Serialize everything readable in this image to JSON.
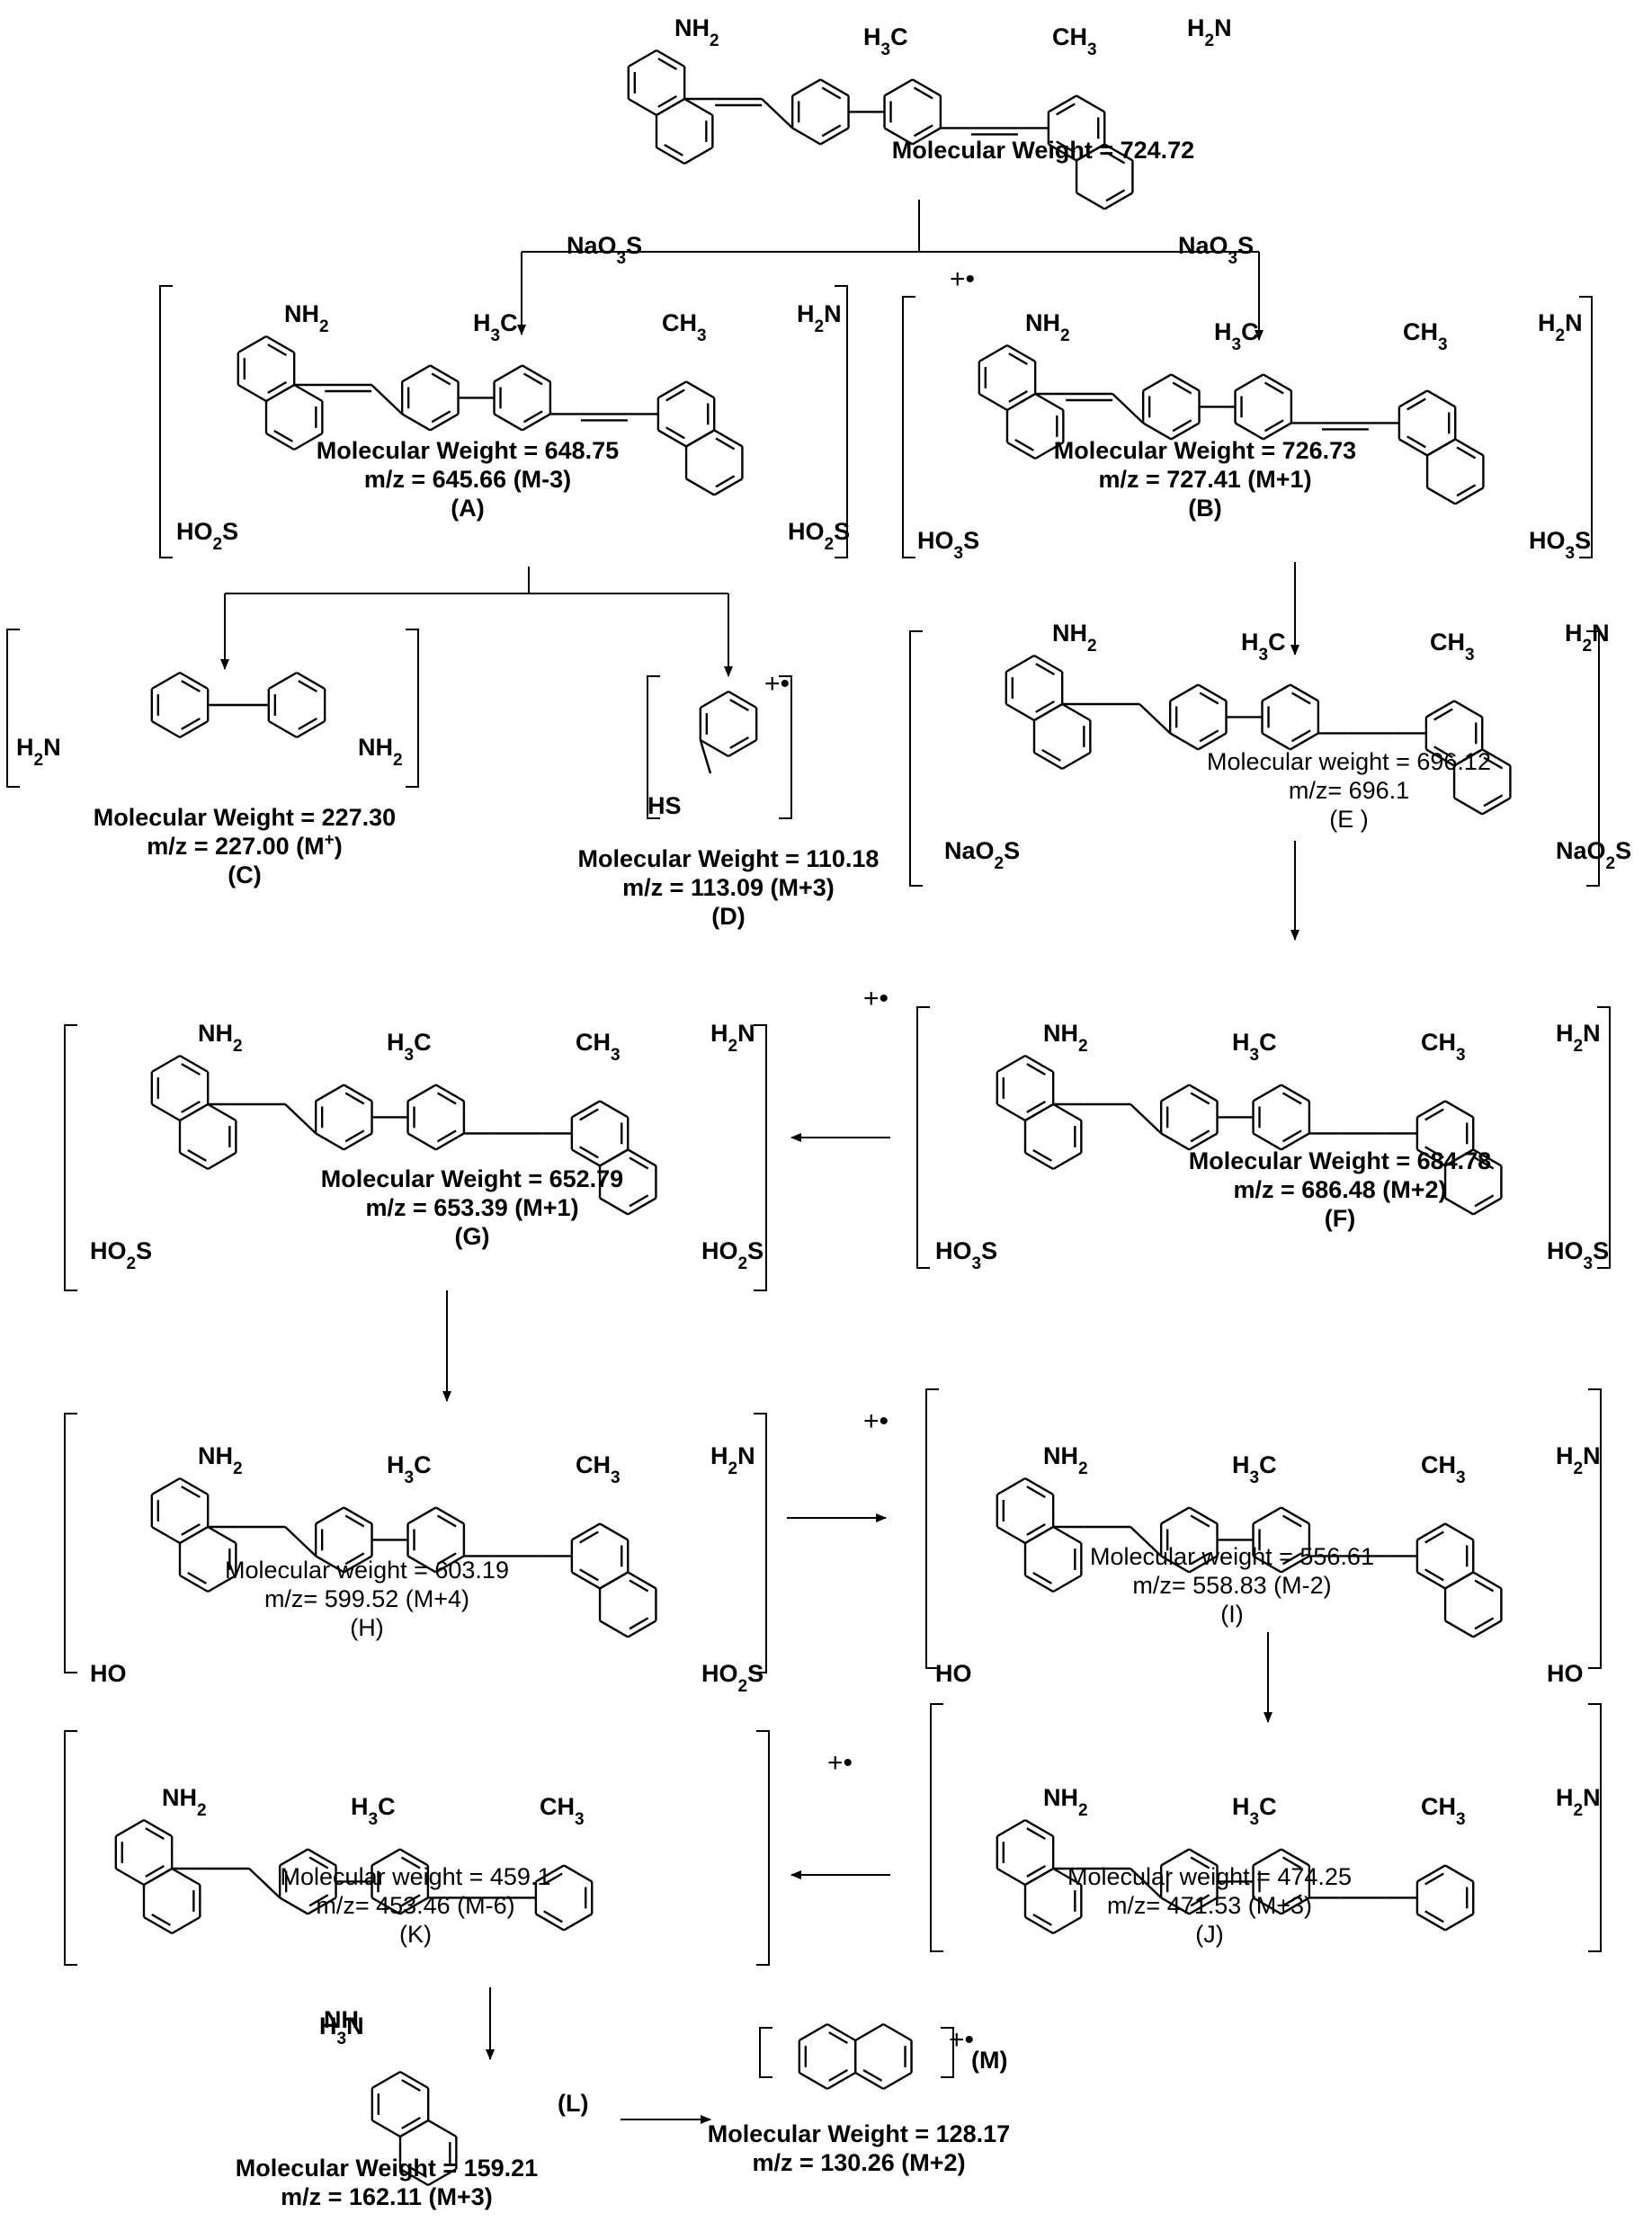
{
  "compounds": {
    "parent": {
      "mw": "Molecular Weight = 724.72"
    },
    "A": {
      "mw": "Molecular Weight = 648.75",
      "mz": "m/z = 645.66 (M-3)",
      "tag": "(A)"
    },
    "B": {
      "mw": "Molecular Weight = 726.73",
      "mz": "m/z = 727.41 (M+1)",
      "tag": "(B)"
    },
    "C": {
      "mw": "Molecular Weight = 227.30",
      "mz_pre": "m/z = 227.00 (M",
      "mz_sup": "+",
      "mz_post": ")",
      "tag": "(C)"
    },
    "D": {
      "mw": "Molecular Weight = 110.18",
      "mz": "m/z = 113.09 (M+3)",
      "tag": "(D)"
    },
    "E": {
      "mw": "Molecular weight = 696.12",
      "mz": "m/z= 696.1",
      "tag": "(E )"
    },
    "F": {
      "mw": "Molecular Weight = 684.78",
      "mz": "m/z = 686.48 (M+2)",
      "tag": "(F)"
    },
    "G": {
      "mw": "Molecular Weight = 652.79",
      "mz": "m/z = 653.39 (M+1)",
      "tag": "(G)"
    },
    "H": {
      "mw": "Molecular weight = 603.19",
      "mz": "m/z= 599.52 (M+4)",
      "tag": "(H)"
    },
    "I": {
      "mw": "Molecular weight = 556.61",
      "mz": "m/z= 558.83 (M-2)",
      "tag": "(I)"
    },
    "J": {
      "mw": "Molecular weight = 474.25",
      "mz": "m/z= 471.53 (M+3)",
      "tag": "(J)"
    },
    "K": {
      "mw": "Molecular weight = 459.1",
      "mz": "m/z= 453.46 (M-6)",
      "tag": "(K)"
    },
    "L": {
      "mw": "Molecular Weight = 159.21",
      "mz": "m/z = 162.11 (M+3)",
      "tag": "(L)"
    },
    "M": {
      "mw": "Molecular Weight = 128.17",
      "mz": "m/z = 130.26 (M+2)",
      "tag": "(M)"
    }
  },
  "groups": {
    "nh2": "NH",
    "h3c": "H",
    "ch3": "CH",
    "h2n": "H",
    "naso": "NaO",
    "hos": "HO",
    "ho": "HO",
    "sub2": "2",
    "sub3": "3",
    "n": "N",
    "nh": "NH",
    "hs": "HS",
    "h": "H",
    "s": "S",
    "c": "C",
    "plus": "+",
    "radical": "+•"
  }
}
